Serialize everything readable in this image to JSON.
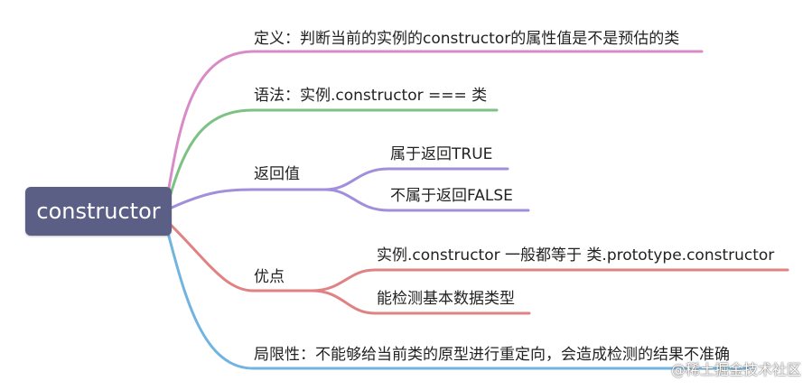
{
  "root": {
    "label": "constructor"
  },
  "branches": [
    {
      "label": "定义：判断当前的实例的constructor的属性值是不是预估的类",
      "color": "#d98bc8"
    },
    {
      "label": "语法：实例.constructor === 类",
      "color": "#7cc284"
    },
    {
      "label": "返回值",
      "color": "#a18fdb",
      "children": [
        {
          "label": "属于返回TRUE"
        },
        {
          "label": "不属于返回FALSE"
        }
      ]
    },
    {
      "label": "优点",
      "color": "#e08283",
      "children": [
        {
          "label": "实例.constructor 一般都等于 类.prototype.constructor"
        },
        {
          "label": "能检测基本数据类型"
        }
      ]
    },
    {
      "label": "局限性：不能够给当前类的原型进行重定向，会造成检测的结果不准确",
      "color": "#72b4e0"
    }
  ],
  "watermark": "@稀土掘金技术社区"
}
